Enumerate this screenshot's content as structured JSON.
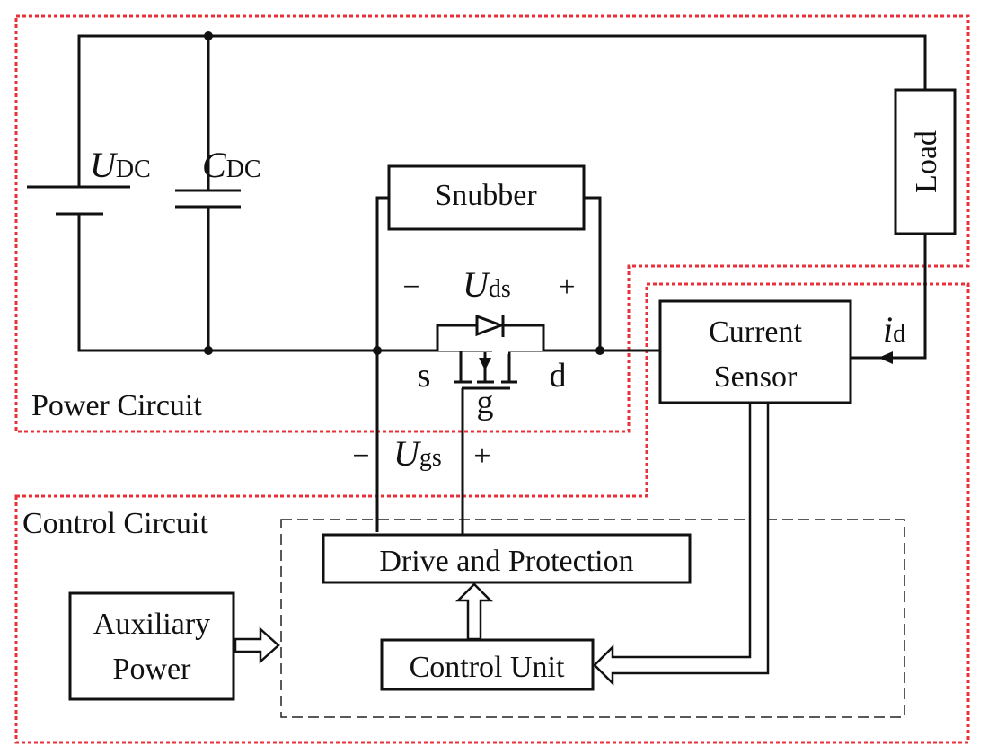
{
  "regions": {
    "power": "Power Circuit",
    "control": "Control Circuit"
  },
  "colors": {
    "region_border": "#e8313a",
    "line": "#111111"
  },
  "labels": {
    "udc_main": "U",
    "udc_sub": "DC",
    "cdc_main": "C",
    "cdc_sub": "DC",
    "uds_main": "U",
    "uds_sub": "ds",
    "uds_minus": "−",
    "uds_plus": "+",
    "ugs_main": "U",
    "ugs_sub": "gs",
    "ugs_minus": "−",
    "ugs_plus": "+",
    "source": "s",
    "drain": "d",
    "gate": "g",
    "id_main": "i",
    "id_sub": "d"
  },
  "blocks": {
    "snubber": "Snubber",
    "load": "Load",
    "current_sensor": [
      "Current",
      "Sensor"
    ],
    "drive": "Drive and Protection",
    "control_unit": "Control Unit",
    "aux_power": [
      "Auxiliary",
      "Power"
    ]
  }
}
